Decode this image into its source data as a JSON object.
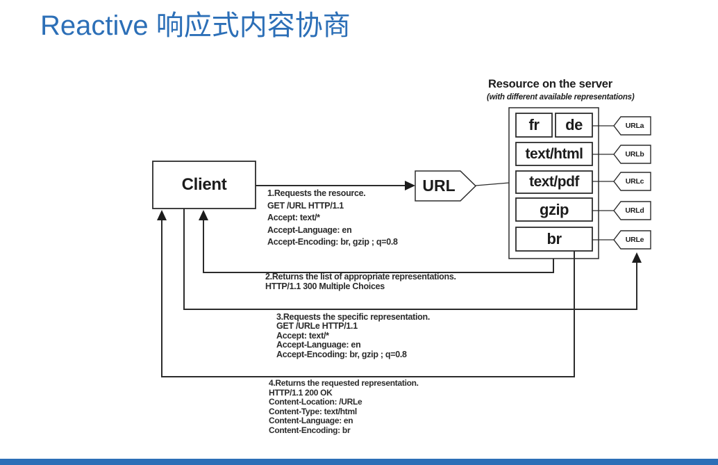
{
  "title": "Reactive 响应式内容协商",
  "colors": {
    "accent": "#2C6FB7",
    "line": "#2b2b2b",
    "background": "#ffffff"
  },
  "client": {
    "label": "Client"
  },
  "url_node": {
    "label": "URL"
  },
  "server": {
    "heading": "Resource on the server",
    "subheading": "(with different available representations)",
    "representations": {
      "fr": "fr",
      "de": "de",
      "html": "text/html",
      "pdf": "text/pdf",
      "gzip": "gzip",
      "br": "br"
    },
    "url_tags": {
      "a": "URLa",
      "b": "URLb",
      "c": "URLc",
      "d": "URLd",
      "e": "URLe"
    }
  },
  "messages": {
    "m1": {
      "lines": [
        "1.Requests the resource.",
        "GET /URL HTTP/1.1",
        "Accept: text/*",
        "Accept-Language: en",
        "Accept-Encoding: br, gzip ; q=0.8"
      ]
    },
    "m2": {
      "lines": [
        "2.Returns the list of appropriate representations.",
        "HTTP/1.1 300 Multiple Choices"
      ]
    },
    "m3": {
      "lines": [
        "3.Requests the specific representation.",
        "GET /URLe HTTP/1.1",
        "Accept: text/*",
        "Accept-Language: en",
        "Accept-Encoding: br, gzip ; q=0.8"
      ]
    },
    "m4": {
      "lines": [
        "4.Returns the requested representation.",
        "HTTP/1.1 200 OK",
        "Content-Location: /URLe",
        "Content-Type: text/html",
        "Content-Language: en",
        "Content-Encoding: br"
      ]
    }
  }
}
